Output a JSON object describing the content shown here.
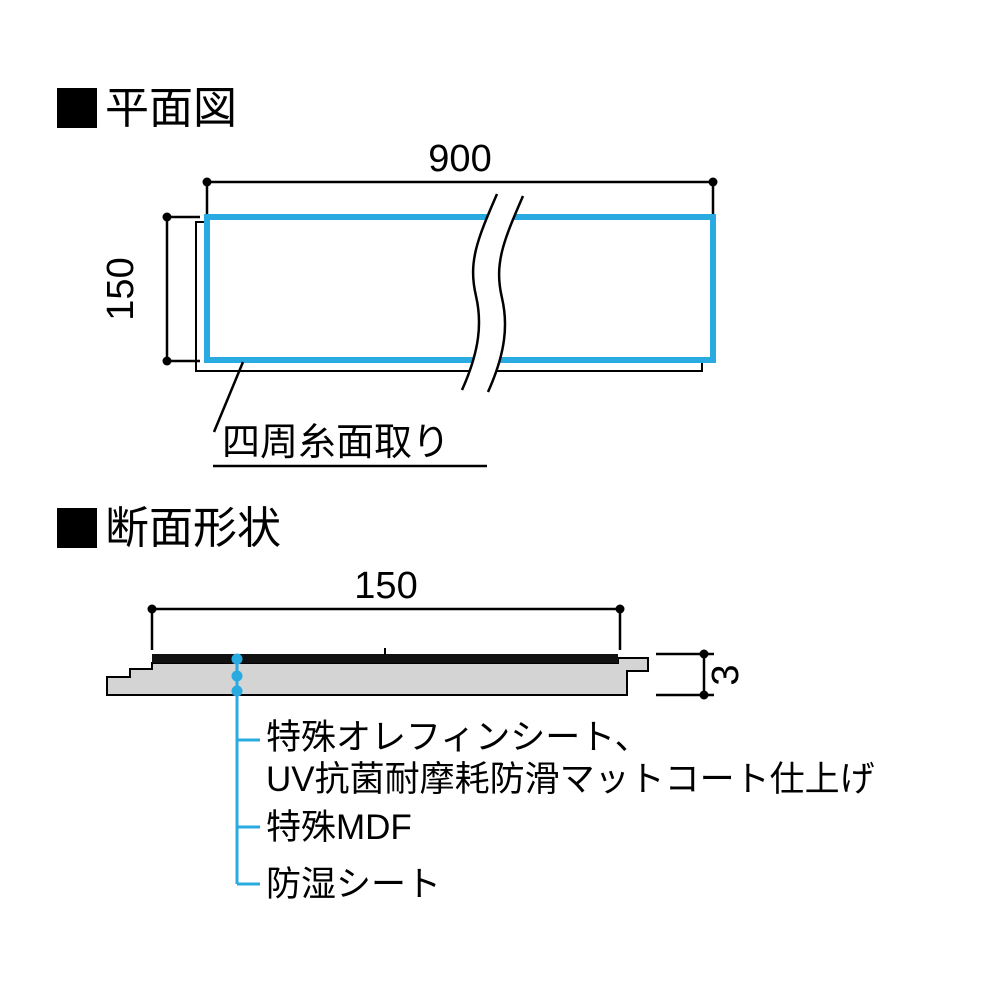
{
  "colors": {
    "accent": "#29abe2",
    "panel_gray": "#d4d4d4"
  },
  "plan_view": {
    "title": "平面図",
    "dim_width": "900",
    "dim_height": "150",
    "note": "四周糸面取り"
  },
  "cross_section": {
    "title": "断面形状",
    "dim_width": "150",
    "dim_thickness": "3",
    "layers": {
      "surface_line1": "特殊オレフィンシート、",
      "surface_line2": "UV抗菌耐摩耗防滑マットコート仕上げ",
      "core": "特殊MDF",
      "bottom": "防湿シート"
    }
  }
}
